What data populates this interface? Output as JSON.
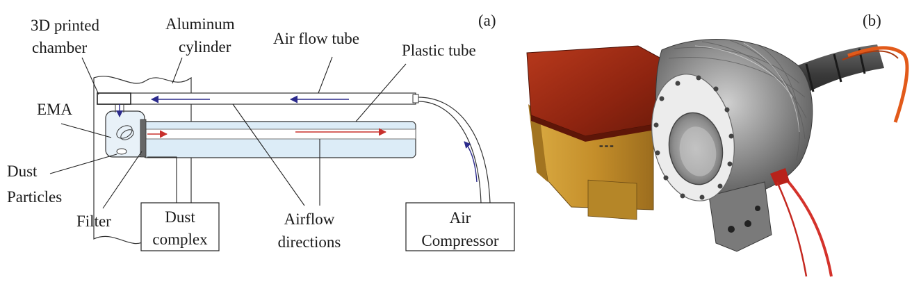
{
  "panel_a": {
    "tag": "(a)",
    "labels": {
      "printed_chamber_line1": "3D printed",
      "printed_chamber_line2": "chamber",
      "aluminum_line1": "Aluminum",
      "aluminum_line2": "cylinder",
      "air_flow_tube": "Air flow tube",
      "plastic_tube": "Plastic tube",
      "ema": "EMA",
      "dust_particles_line1": "Dust",
      "dust_particles_line2": "Particles",
      "filter": "Filter",
      "dust_complex_line1": "Dust",
      "dust_complex_line2": "complex",
      "airflow_directions_line1": "Airflow",
      "airflow_directions_line2": "directions",
      "air_compressor_line1": "Air",
      "air_compressor_line2": "Compressor"
    },
    "colors": {
      "return_arrow": "#2b2a8c",
      "supply_arrow": "#c8302c",
      "tube_fill": "#dcecf7"
    }
  },
  "panel_b": {
    "tag": "(b)",
    "colors": {
      "enclosure_lid": "#9c2a12",
      "enclosure_box": "#c8952d",
      "foil": "#9a9a9a",
      "flange": "#e8e8e8",
      "cable": "#d4322b"
    }
  }
}
